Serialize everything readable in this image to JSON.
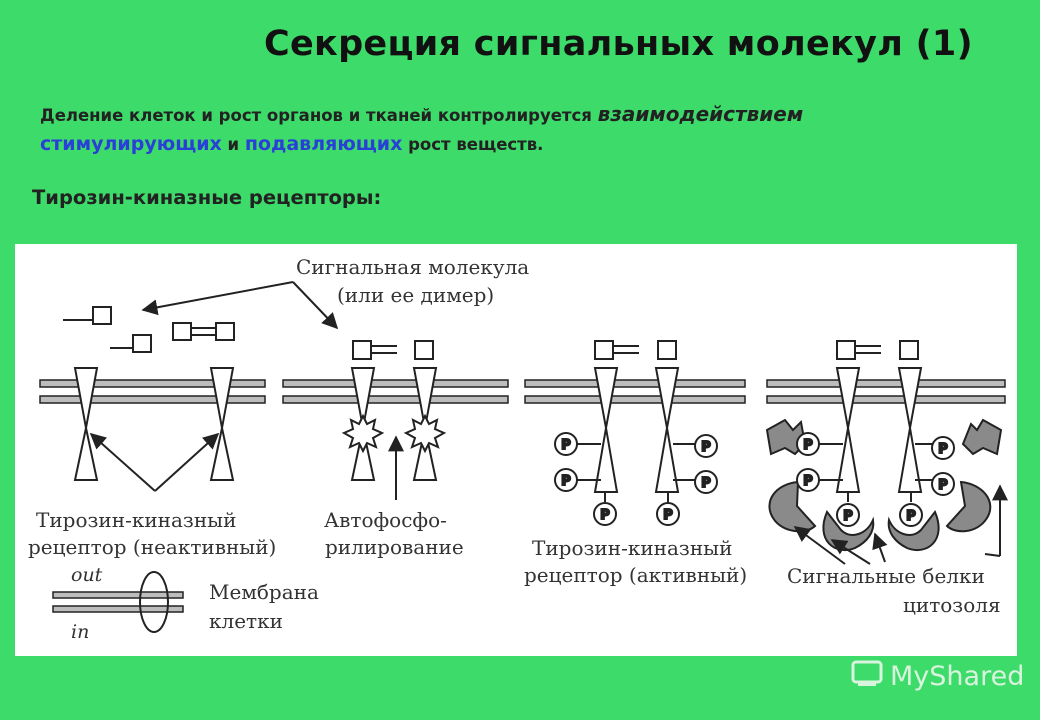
{
  "page": {
    "title": "Секреция сигнальных молекул (1)",
    "intro": {
      "part1": "Деление клеток и рост органов и тканей контролируется ",
      "emph": "взаимодействием",
      "stim": "стимулирующих",
      "and": " и ",
      "supp": "подавляющих",
      "rest": " рост веществ."
    },
    "subhead": "Тирозин-киназные рецепторы",
    "subhead_colon": ":"
  },
  "figure": {
    "label_signal_1": "Сигнальная молекула",
    "label_signal_2": "(или ее димер)",
    "label_inactive_1": "Тирозин-киназный",
    "label_inactive_2": "рецептор (неактивный)",
    "label_autophos_1": "Автофосфо-",
    "label_autophos_2": "рилирование",
    "label_active_1": "Тирозин-киназный",
    "label_active_2": "рецептор (активный)",
    "label_cytosol_1": "Сигнальные белки",
    "label_cytosol_2": "цитозоля",
    "label_out": "out",
    "label_in": "in",
    "label_membrane_1": "Мембрана",
    "label_membrane_2": "клетки",
    "p_glyph": "P"
  },
  "watermark": {
    "text": "MyShared"
  }
}
